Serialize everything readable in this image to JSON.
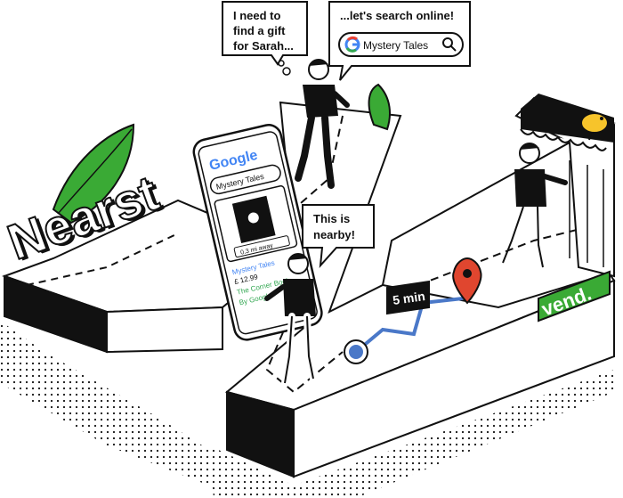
{
  "brand": {
    "logo_text": "Nearst"
  },
  "bubbles": {
    "thought_line1": "I need to",
    "thought_line2": "find a gift",
    "thought_line3": "for Sarah...",
    "search_online": "...let's search online!",
    "search_query": "Mystery Tales",
    "nearby_line1": "This is",
    "nearby_line2": "nearby!"
  },
  "phone": {
    "google_word": "Google",
    "search_query": "Mystery Tales",
    "distance": "0.3 mi away",
    "product_title": "Mystery Tales",
    "price": "£ 12.99",
    "store_name": "The Corner Book...",
    "by_google": "By Google"
  },
  "route": {
    "time_label": "5 min"
  },
  "store": {
    "vend_label": "vend."
  },
  "colors": {
    "green": "#3aaa35",
    "blue": "#4a78c8",
    "red": "#e0462f",
    "yellow": "#f7c42b",
    "google_blue": "#4285F4",
    "google_red": "#EA4335",
    "google_yellow": "#FBBC05",
    "google_green": "#34A853"
  }
}
